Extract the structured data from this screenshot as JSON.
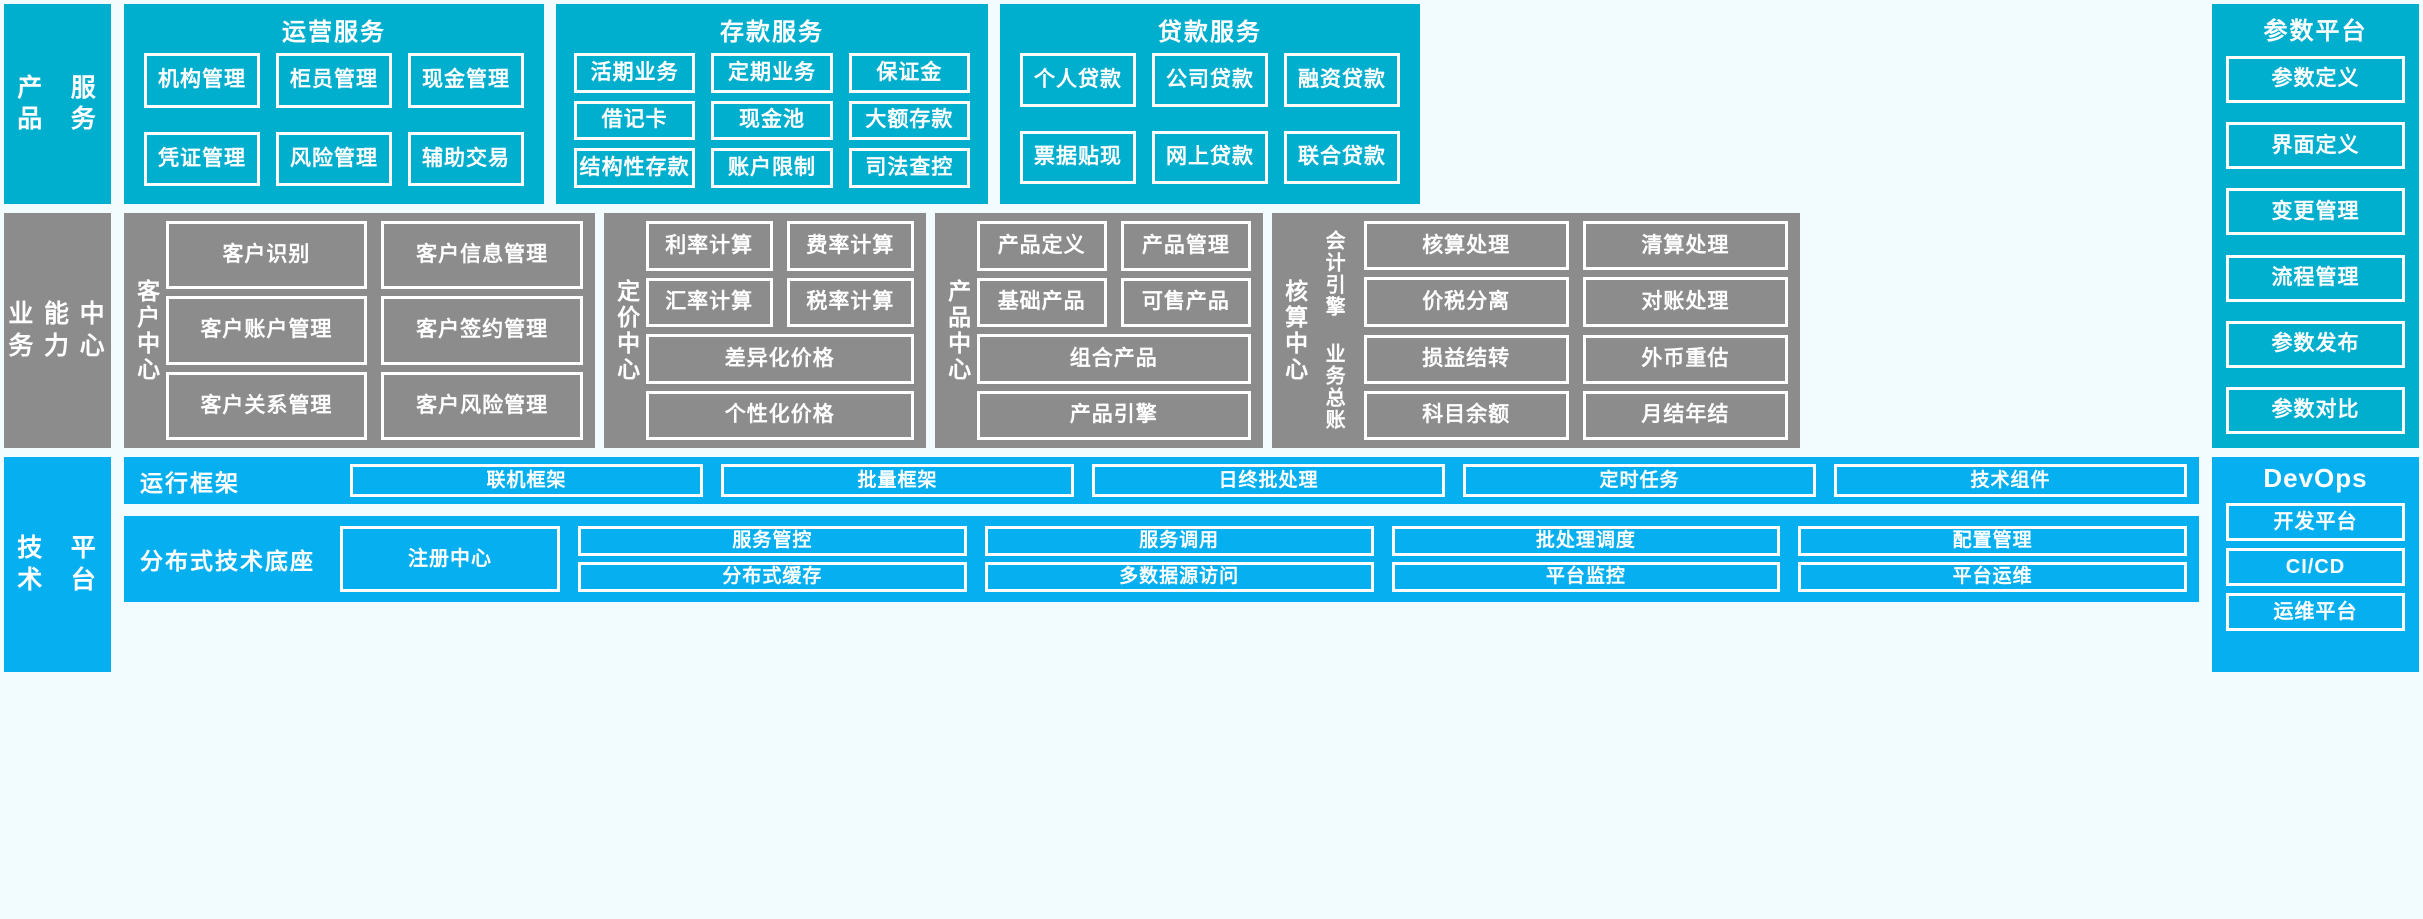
{
  "colors": {
    "teal": "#00aece",
    "gray": "#8c8c8c",
    "blue": "#06b0f0",
    "background": "#f2fbfe",
    "border": "#ffffff"
  },
  "rows": {
    "product_services": {
      "side_label": "产品\n服务",
      "sections": [
        {
          "title": "运营服务",
          "items": [
            "机构管理",
            "柜员管理",
            "现金管理",
            "凭证管理",
            "风险管理",
            "辅助交易"
          ]
        },
        {
          "title": "存款服务",
          "items": [
            "活期业务",
            "定期业务",
            "保证金",
            "借记卡",
            "现金池",
            "大额存款",
            "结构性存款",
            "账户限制",
            "司法查控"
          ]
        },
        {
          "title": "贷款服务",
          "items": [
            "个人贷款",
            "公司贷款",
            "融资贷款",
            "票据贴现",
            "网上贷款",
            "联合贷款"
          ]
        }
      ]
    },
    "business_capability": {
      "side_label": "业务\n能力\n中心",
      "centers": [
        {
          "name": "客户中心",
          "items": [
            {
              "label": "客户识别",
              "wide": false
            },
            {
              "label": "客户信息管理",
              "wide": false
            },
            {
              "label": "客户账户管理",
              "wide": false
            },
            {
              "label": "客户签约管理",
              "wide": false
            },
            {
              "label": "客户关系管理",
              "wide": false
            },
            {
              "label": "客户风险管理",
              "wide": false
            }
          ]
        },
        {
          "name": "定价中心",
          "items": [
            {
              "label": "利率计算",
              "wide": false
            },
            {
              "label": "费率计算",
              "wide": false
            },
            {
              "label": "汇率计算",
              "wide": false
            },
            {
              "label": "税率计算",
              "wide": false
            },
            {
              "label": "差异化价格",
              "wide": true
            },
            {
              "label": "个性化价格",
              "wide": true
            }
          ]
        },
        {
          "name": "产品中心",
          "items": [
            {
              "label": "产品定义",
              "wide": false
            },
            {
              "label": "产品管理",
              "wide": false
            },
            {
              "label": "基础产品",
              "wide": false
            },
            {
              "label": "可售产品",
              "wide": false
            },
            {
              "label": "组合产品",
              "wide": true
            },
            {
              "label": "产品引擎",
              "wide": true
            }
          ]
        },
        {
          "name": "核算中心",
          "subgroups": [
            {
              "name": "会计引擎",
              "items": [
                "核算处理",
                "清算处理",
                "价税分离",
                "对账处理"
              ]
            },
            {
              "name": "业务总账",
              "items": [
                "损益结转",
                "外币重估",
                "科目余额",
                "月结年结"
              ]
            }
          ]
        }
      ]
    },
    "technology_platform": {
      "side_label": "技术\n平台",
      "bands": [
        {
          "label": "运行框架",
          "items": [
            "联机框架",
            "批量框架",
            "日终批处理",
            "定时任务",
            "技术组件"
          ]
        },
        {
          "label": "分布式技术底座",
          "feature": "注册中心",
          "items": [
            "服务管控",
            "服务调用",
            "批处理调度",
            "配置管理",
            "分布式缓存",
            "多数据源访问",
            "平台监控",
            "平台运维"
          ]
        }
      ]
    }
  },
  "right_column": {
    "parameter_platform": {
      "title": "参数平台",
      "items": [
        "参数定义",
        "界面定义",
        "变更管理",
        "流程管理",
        "参数发布",
        "参数对比"
      ]
    },
    "devops": {
      "title": "DevOps",
      "items": [
        "开发平台",
        "CI/CD",
        "运维平台"
      ]
    }
  }
}
